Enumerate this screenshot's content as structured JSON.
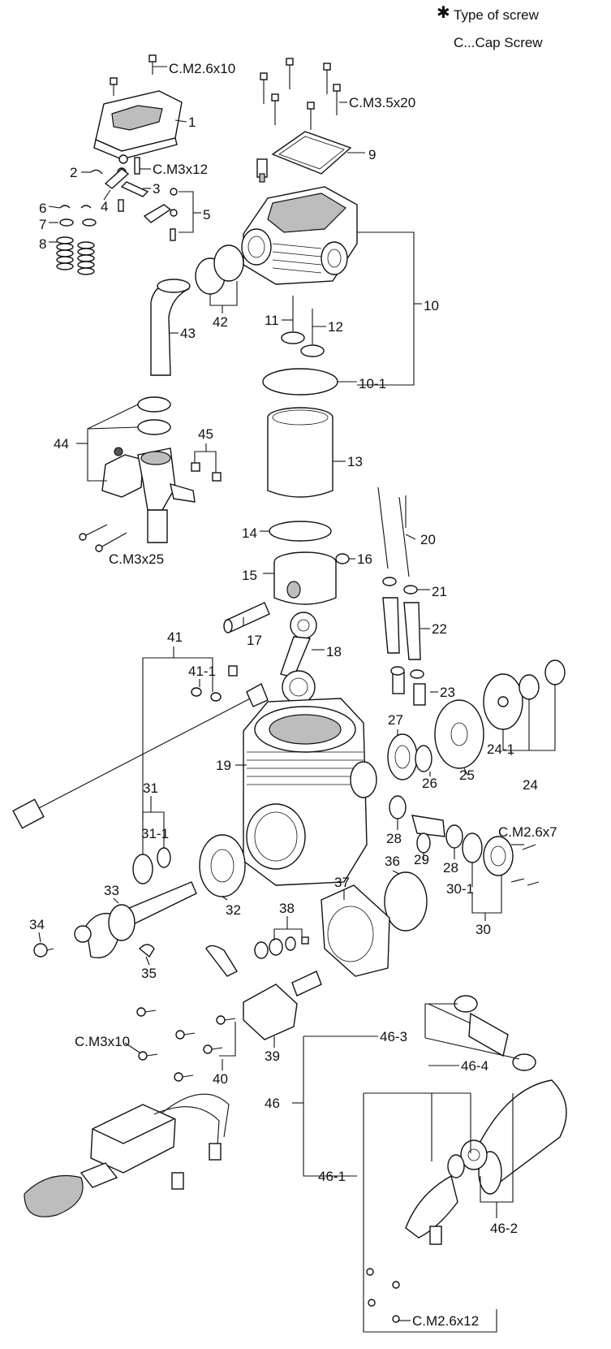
{
  "legend": {
    "symbol": "✱",
    "line1": "Type of screw",
    "line2": "C...Cap Screw"
  },
  "screw_labels": {
    "s1": "C.M2.6x10",
    "s2": "C.M3.5x20",
    "s3": "C.M3x12",
    "s4": "C.M3x25",
    "s5": "C.M2.6x7",
    "s6": "C.M3x10",
    "s7": "C.M2.6x12"
  },
  "part_numbers": {
    "p1": "1",
    "p2": "2",
    "p3": "3",
    "p4": "4",
    "p5": "5",
    "p6": "6",
    "p7": "7",
    "p8": "8",
    "p9": "9",
    "p10": "10",
    "p10_1": "10-1",
    "p11": "11",
    "p12": "12",
    "p13": "13",
    "p14": "14",
    "p15": "15",
    "p16": "16",
    "p17": "17",
    "p18": "18",
    "p19": "19",
    "p20": "20",
    "p21": "21",
    "p22": "22",
    "p23": "23",
    "p24": "24",
    "p24_1": "24-1",
    "p25": "25",
    "p26": "26",
    "p27": "27",
    "p28a": "28",
    "p28b": "28",
    "p29": "29",
    "p30": "30",
    "p30_1": "30-1",
    "p31": "31",
    "p31_1": "31-1",
    "p32": "32",
    "p33": "33",
    "p34": "34",
    "p35": "35",
    "p36": "36",
    "p37": "37",
    "p38": "38",
    "p39": "39",
    "p40": "40",
    "p41": "41",
    "p41_1": "41-1",
    "p42": "42",
    "p43": "43",
    "p44": "44",
    "p45": "45",
    "p46": "46",
    "p46_1": "46-1",
    "p46_2": "46-2",
    "p46_3": "46-3",
    "p46_4": "46-4"
  }
}
